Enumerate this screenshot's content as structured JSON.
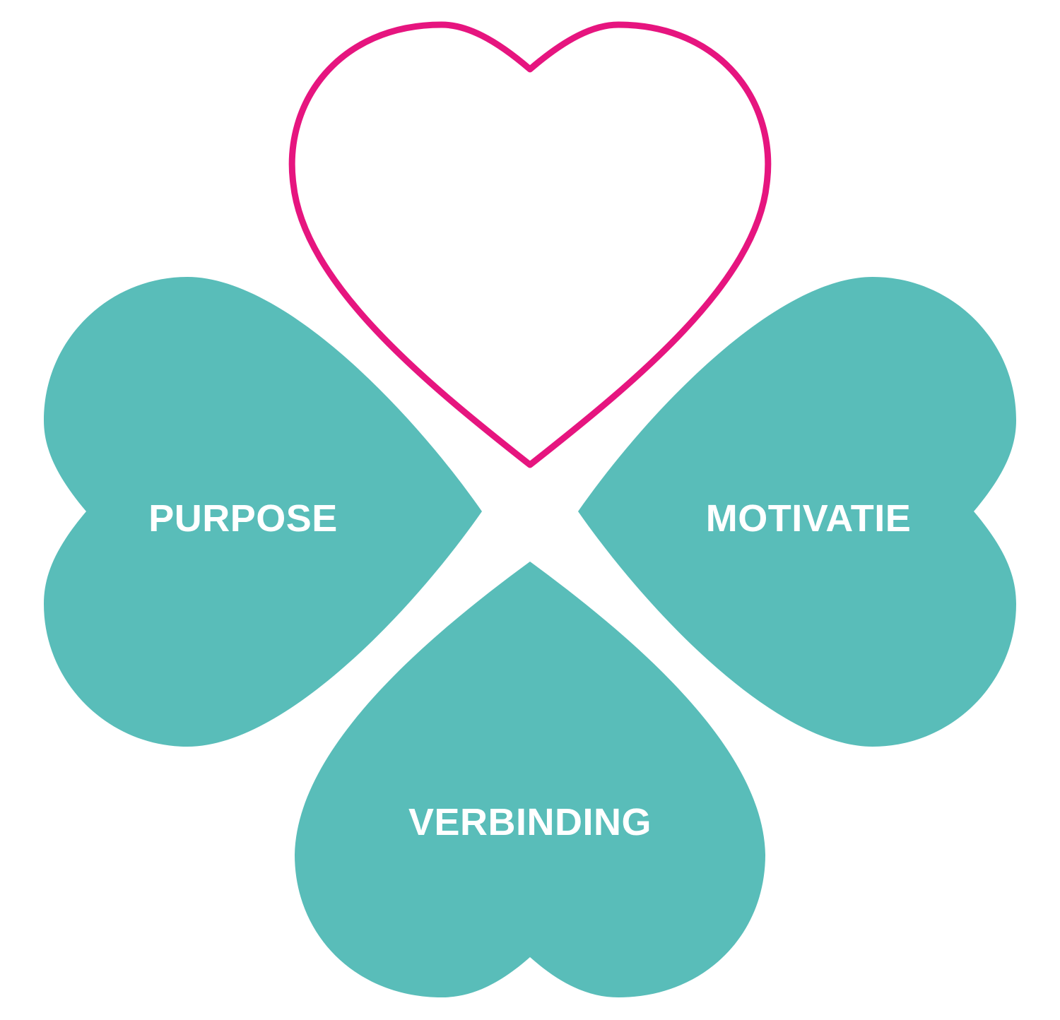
{
  "colors": {
    "leaf_fill": "#59bdb9",
    "heart_outline": "#e6157f",
    "label_text": "#ffffff",
    "background": "#ffffff"
  },
  "leaves": {
    "top": {
      "label": "",
      "style": "outline"
    },
    "left": {
      "label": "PURPOSE",
      "style": "filled"
    },
    "right": {
      "label": "MOTIVATIE",
      "style": "filled"
    },
    "bottom": {
      "label": "VERBINDING",
      "style": "filled"
    }
  }
}
